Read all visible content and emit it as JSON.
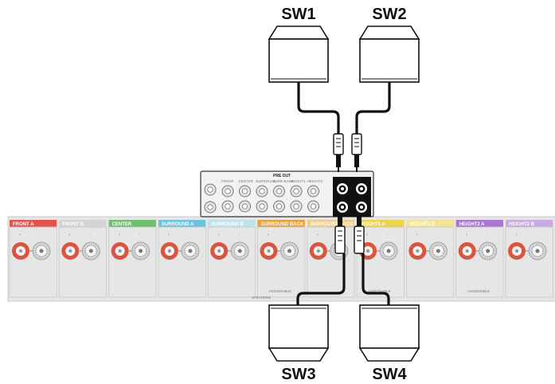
{
  "subwoofers": {
    "sw1": "SW1",
    "sw2": "SW2",
    "sw3": "SW3",
    "sw4": "SW4"
  },
  "pre_out": {
    "title": "PRE OUT",
    "channels": [
      "FRONT",
      "CENTER",
      "SURROUND",
      "SURR.BACK",
      "HEIGHT1",
      "HEIGHT2"
    ]
  },
  "speaker_terminals": {
    "sections": [
      {
        "label": "FRONT",
        "badge": "A",
        "color": "#e2554d"
      },
      {
        "label": "FRONT",
        "badge": "B",
        "color": "#d4d4d4"
      },
      {
        "label": "CENTER",
        "badge": "",
        "color": "#6fbf6f"
      },
      {
        "label": "SURROUND",
        "badge": "A",
        "color": "#6cc3e0"
      },
      {
        "label": "SURROUND",
        "badge": "B",
        "color": "#bfe3ee"
      },
      {
        "label": "SURROUND BACK",
        "badge": "A",
        "color": "#e7a23a"
      },
      {
        "label": "SURROUND BACK",
        "badge": "B",
        "color": "#f0cc8e"
      },
      {
        "label": "HEIGHT1",
        "badge": "A",
        "color": "#ecd34d"
      },
      {
        "label": "HEIGHT1",
        "badge": "B",
        "color": "#f4e392"
      },
      {
        "label": "HEIGHT2",
        "badge": "A",
        "color": "#a977cf"
      },
      {
        "label": "HEIGHT2",
        "badge": "B",
        "color": "#c9a9e2"
      }
    ],
    "speakers_label": "SPEAKERS",
    "assignable_label": "ASSIGNABLE"
  },
  "colors": {
    "terminal_red": "#d9553f",
    "cable": "#111111",
    "panel_bg": "#e7e7e7"
  }
}
